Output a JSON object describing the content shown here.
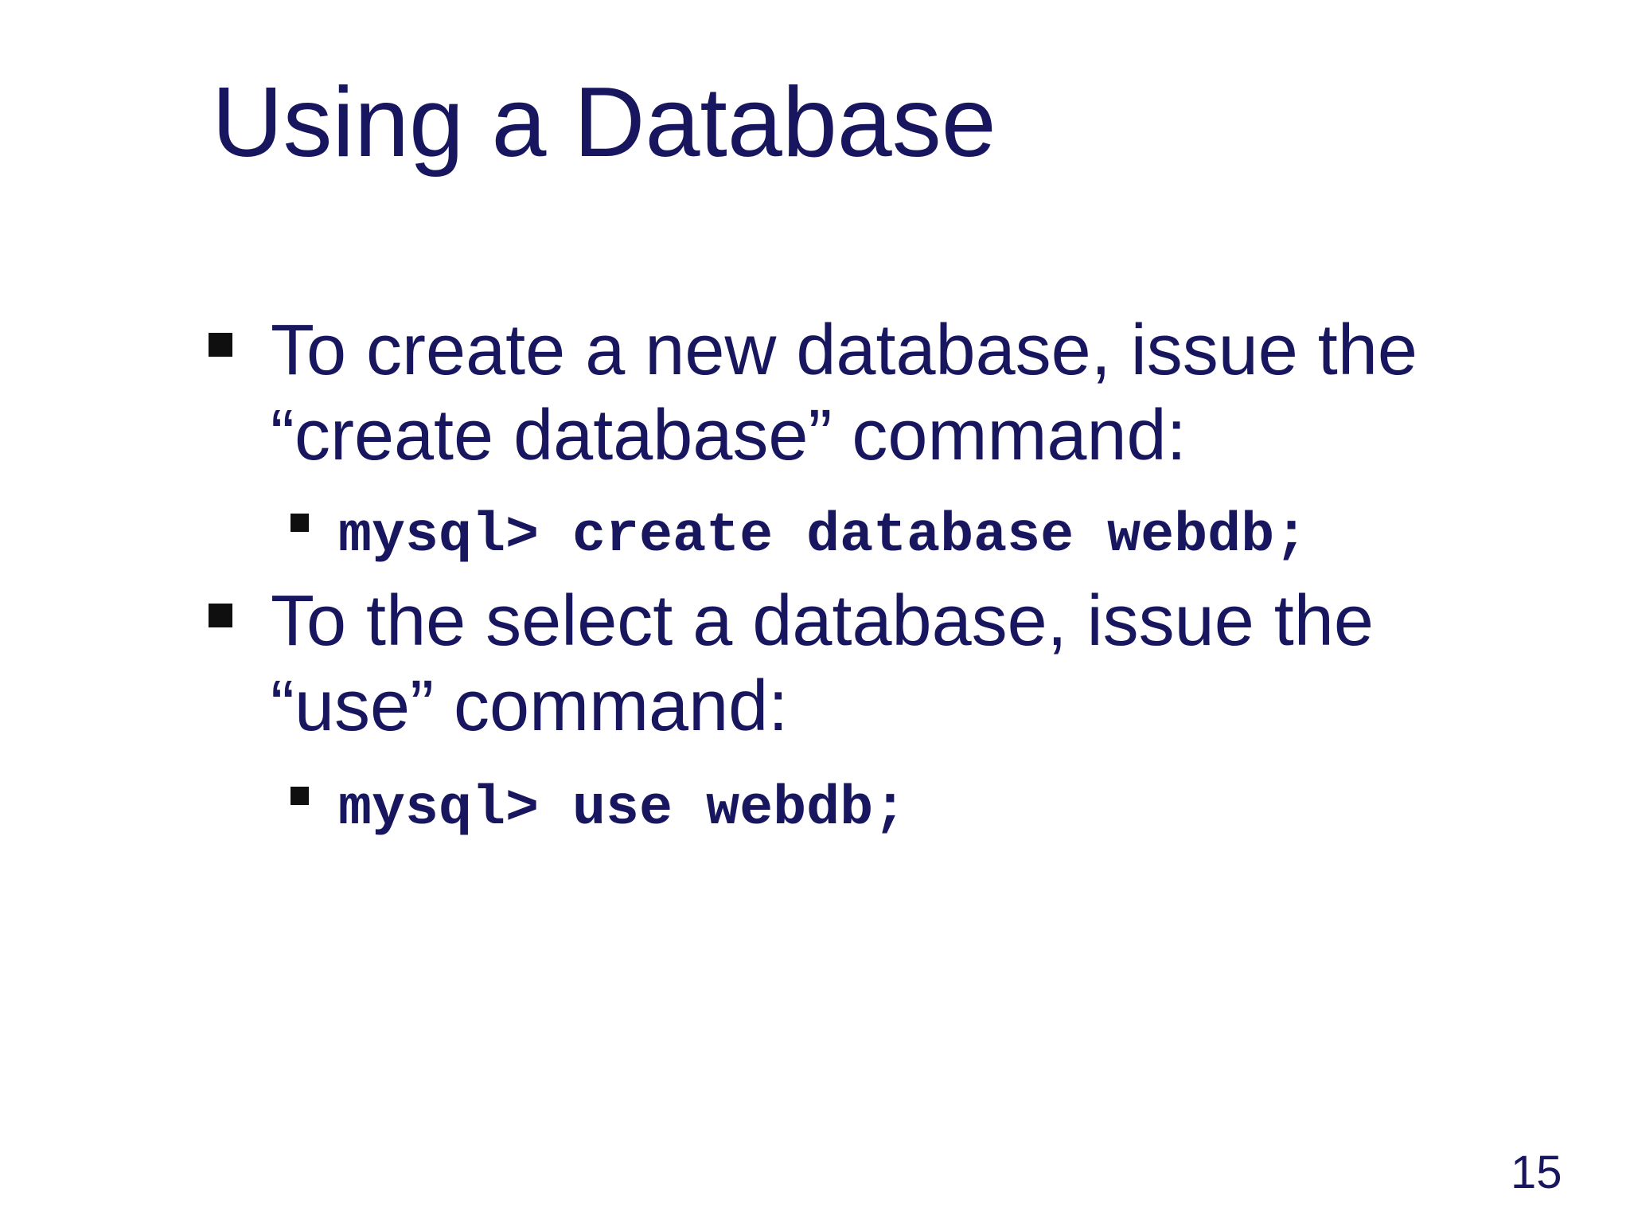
{
  "slide": {
    "title": "Using a Database",
    "page_number": "15",
    "bullet_style": "square",
    "colors": {
      "background": "#ffffff",
      "text": "#18165e",
      "bullet_marker": "#0f0f0f"
    },
    "bullets": [
      {
        "line1": "To create a new database, issue the",
        "line2": "“create database” command:",
        "code": "mysql> create database webdb;"
      },
      {
        "line1": "To the select a database, issue the",
        "line2": "“use” command:",
        "code": "mysql> use webdb;"
      }
    ]
  }
}
